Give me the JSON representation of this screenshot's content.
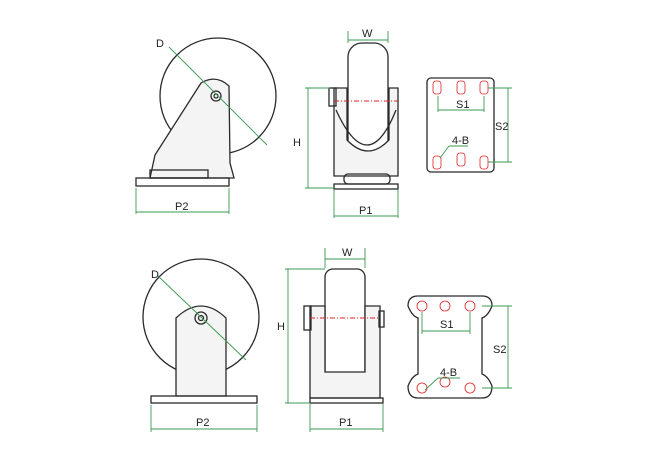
{
  "diagram": {
    "top_row": {
      "side_view": {
        "diameter_label": "D",
        "base_width_label": "P2"
      },
      "front_view": {
        "wheel_width_label": "W",
        "height_label": "H",
        "base_depth_label": "P1"
      },
      "plate": {
        "spacing1_label": "S1",
        "spacing2_label": "S2",
        "holes_label": "4-B"
      }
    },
    "bottom_row": {
      "side_view": {
        "diameter_label": "D",
        "base_width_label": "P2"
      },
      "front_view": {
        "wheel_width_label": "W",
        "height_label": "H",
        "base_depth_label": "P1"
      },
      "plate": {
        "spacing1_label": "S1",
        "spacing2_label": "S2",
        "holes_label": "4-B"
      }
    },
    "colors": {
      "outline": "#2a2a2a",
      "dimension": "#3a9a52",
      "centerline": "#e02020"
    }
  }
}
